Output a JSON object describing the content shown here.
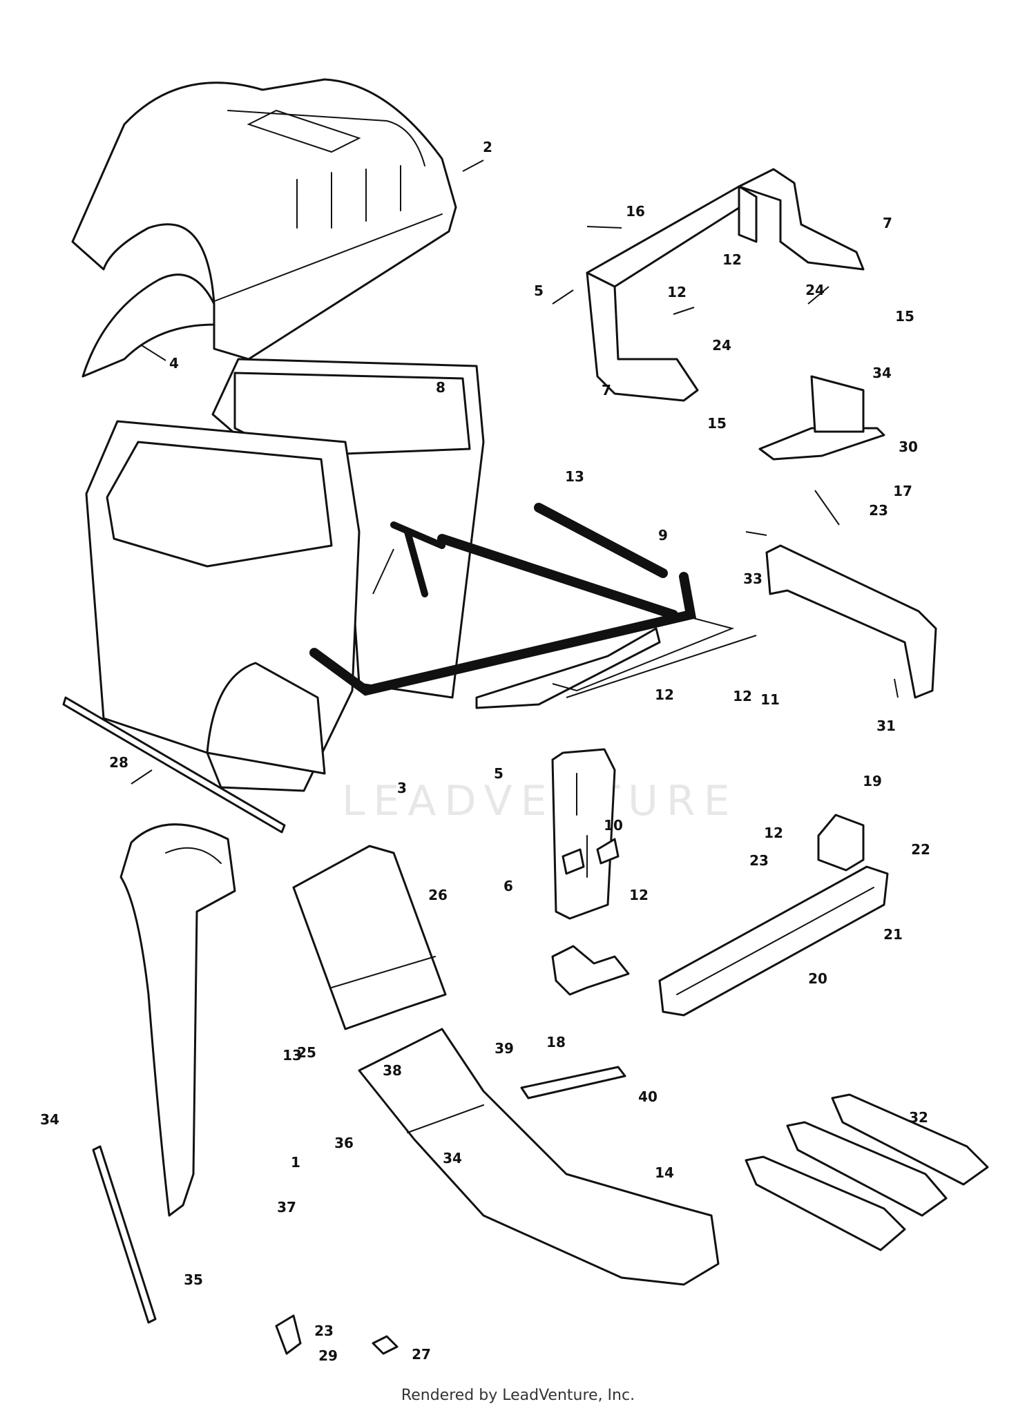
{
  "watermark": "LEADVENTURE",
  "footer": "Rendered by LeadVenture, Inc.",
  "callouts": [
    "1",
    "2",
    "3",
    "4",
    "5",
    "5",
    "6",
    "7",
    "7",
    "8",
    "9",
    "10",
    "11",
    "12",
    "12",
    "12",
    "12",
    "12",
    "12",
    "13",
    "14",
    "15",
    "15",
    "16",
    "17",
    "18",
    "19",
    "20",
    "21",
    "22",
    "23",
    "23",
    "23",
    "24",
    "24",
    "25",
    "26",
    "27",
    "28",
    "29",
    "30",
    "31",
    "32",
    "33",
    "34",
    "34",
    "34",
    "35",
    "36",
    "37",
    "38",
    "39",
    "40"
  ]
}
